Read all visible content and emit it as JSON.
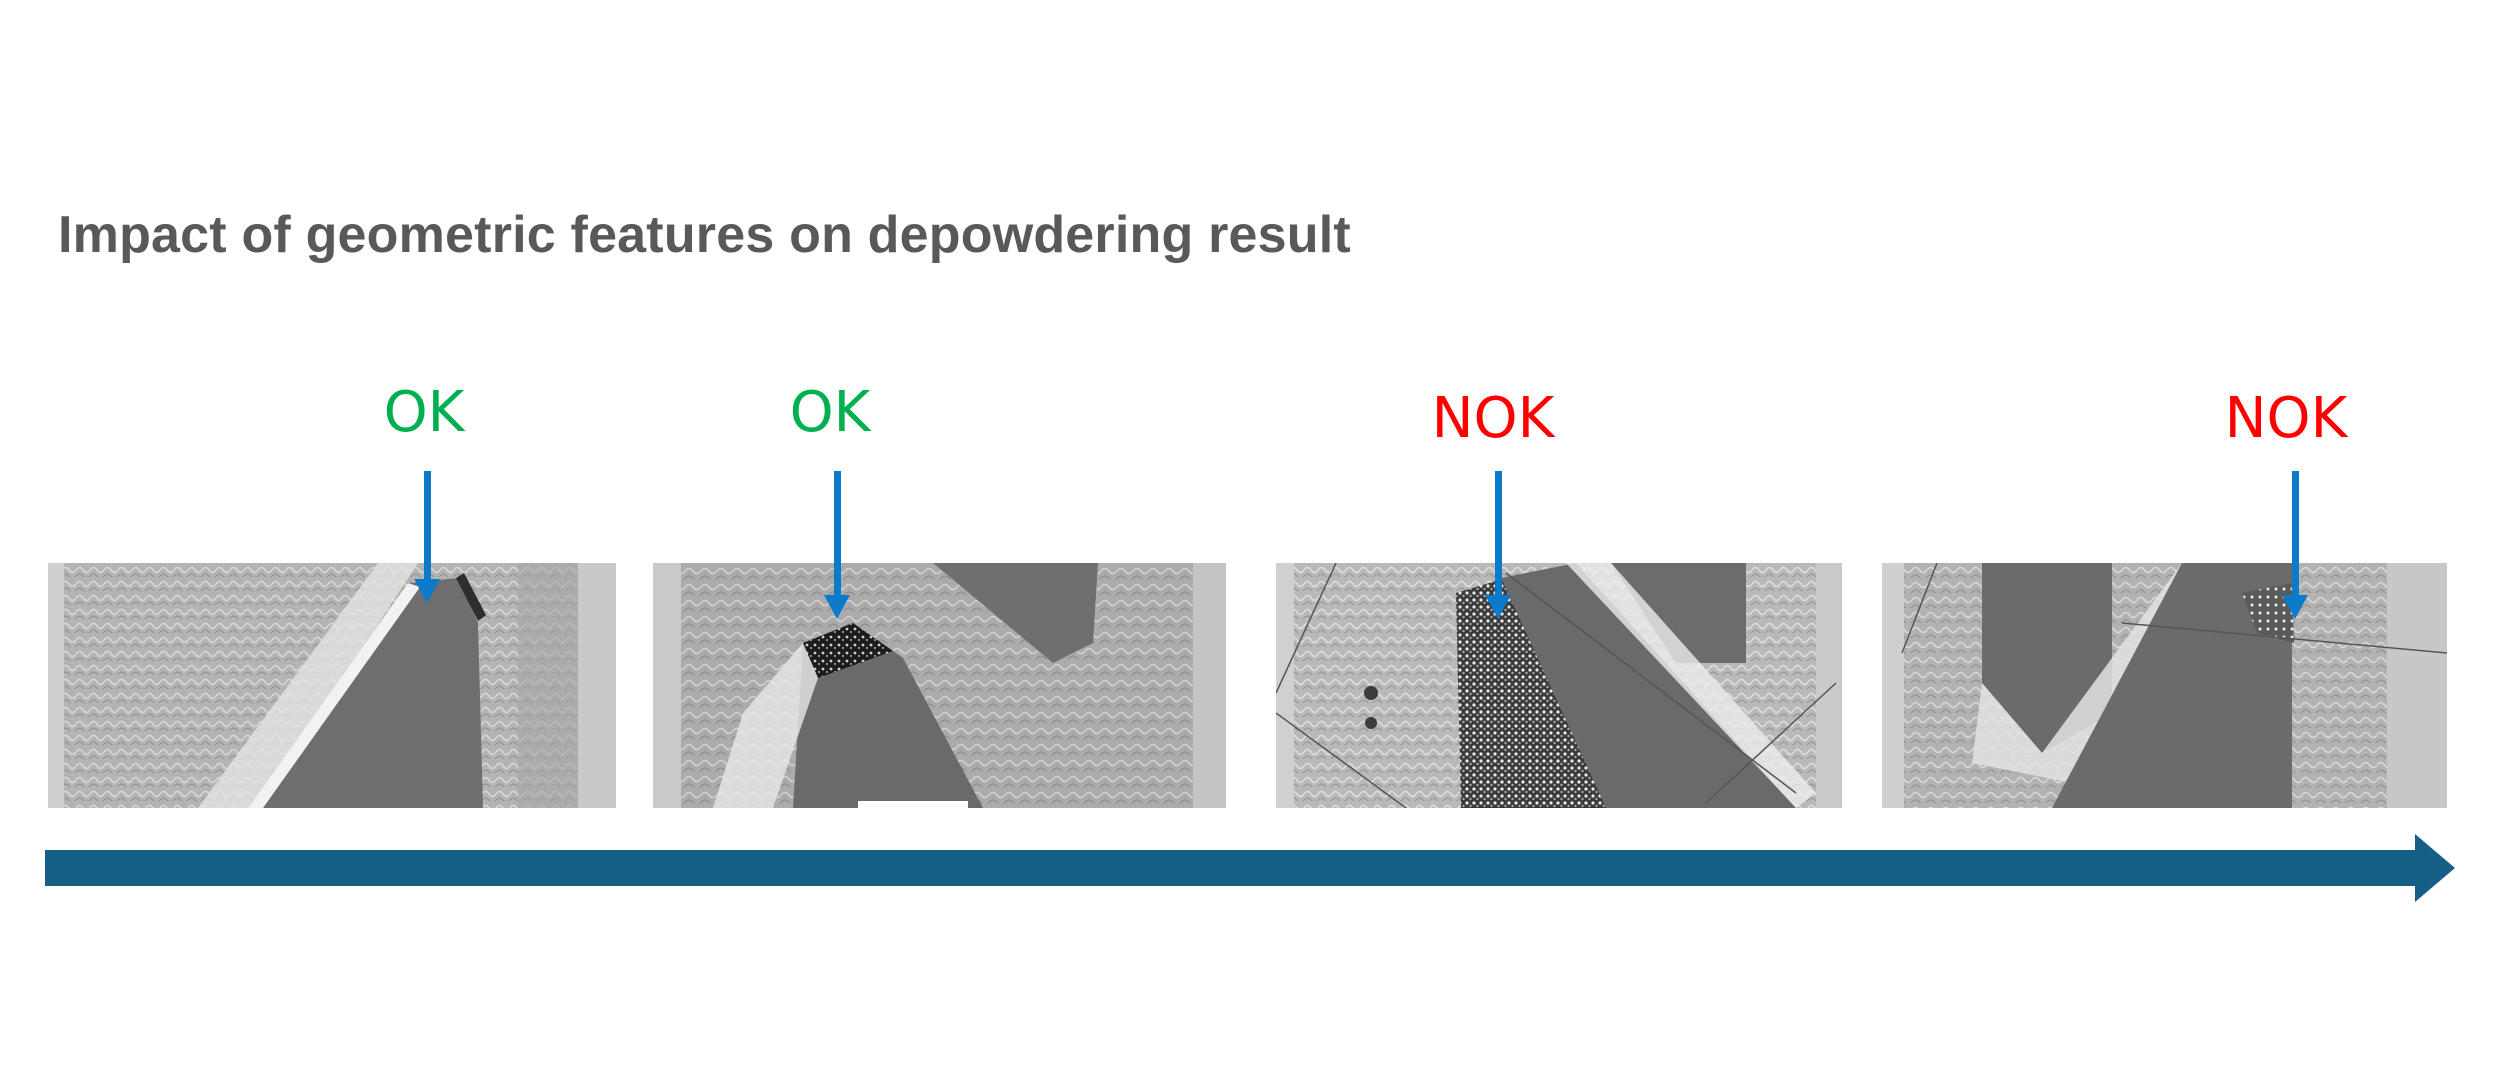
{
  "title": "Impact of geometric features on depowdering result",
  "colors": {
    "ok": "#00b050",
    "nok": "#ff0000",
    "marker_arrow": "#0a7ac9",
    "timeline_arrow": "#165f86",
    "title": "#595959"
  },
  "samples": [
    {
      "result": "OK",
      "status": "ok"
    },
    {
      "result": "OK",
      "status": "ok"
    },
    {
      "result": "NOK",
      "status": "nok"
    },
    {
      "result": "NOK",
      "status": "nok"
    }
  ],
  "icons": {
    "marker": "arrow-down-icon",
    "timeline": "arrow-right-icon"
  }
}
